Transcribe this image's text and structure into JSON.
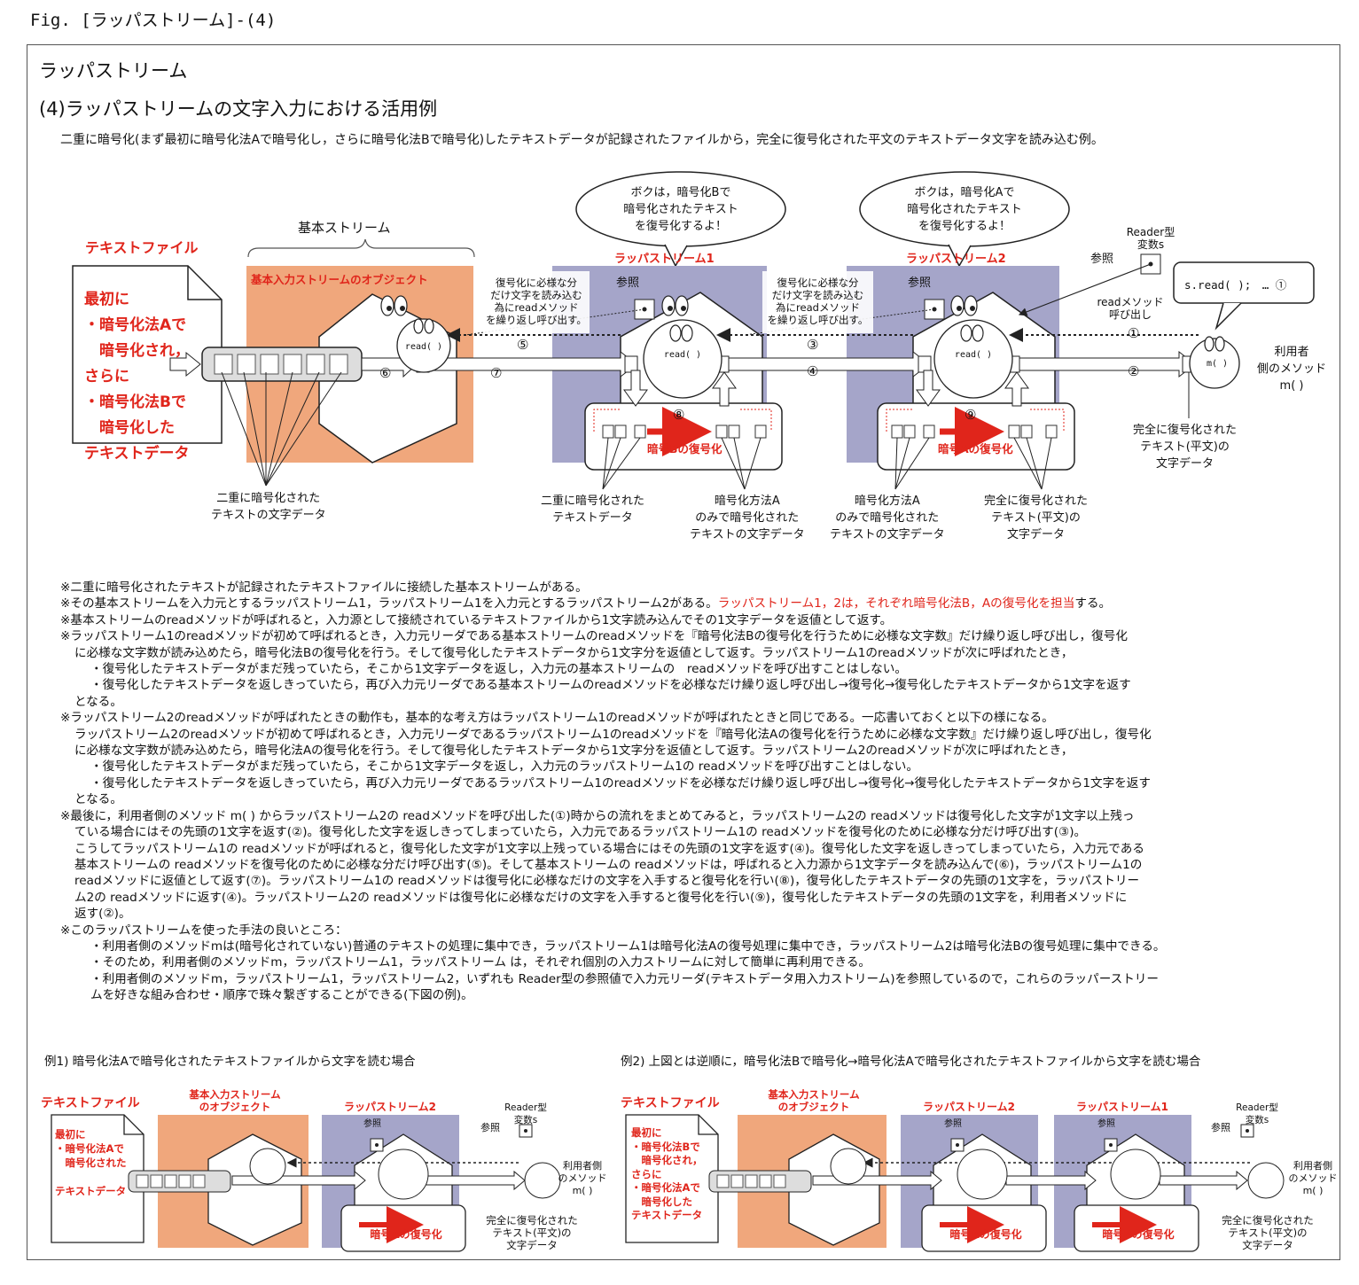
{
  "fig_caption": "Fig. [ラッパストリーム]-(4)",
  "title": "ラッパストリーム",
  "subtitle": "(4)ラッパストリームの文字入力における活用例",
  "intro": "二重に暗号化(まず最初に暗号化法Aで暗号化し，さらに暗号化法Bで暗号化)したテキストデータが記録されたファイルから，完全に復号化された平文のテキストデータ文字を読み込む例。",
  "main_diagram": {
    "text_file_label": "テキストファイル",
    "text_file_contents": [
      "最初に",
      "・暗号化法Aで",
      "　暗号化され，",
      "さらに",
      "・暗号化法Bで",
      "　暗号化した",
      "テキストデータ"
    ],
    "basic_stream_brace_label": "基本ストリーム",
    "basic_stream_object_label": "基本入力ストリームのオブジェクト",
    "wrapper1_label": "ラッパストリーム1",
    "wrapper2_label": "ラッパストリーム2",
    "bubble_b": "ボクは，暗号化Bで\n暗号化されたテキスト\nを復号化するよ！",
    "bubble_a": "ボクは，暗号化Aで\n暗号化されたテキスト\nを復号化するよ！",
    "note_repeat": "復号化に必様な分\nだけ文字を読み込む\n為にreadメソッド\nを繰り返し呼び出す。",
    "ref_label": "参照",
    "reader_var": "Reader型\n変数s",
    "call_code": "s.read( );　… ①",
    "read_call": "readメソッド\n呼び出し",
    "read_fn": "read( )",
    "method_m": "m( )",
    "user_method": "利用者\n側のメソッド\nm( )",
    "decrypt_b": "暗号Bの復号化",
    "decrypt_a": "暗号Aの復号化",
    "num_1": "①",
    "num_2": "②",
    "num_3": "③",
    "num_4": "④",
    "num_5": "⑤",
    "num_6": "⑥",
    "num_7": "⑦",
    "num_8": "⑧",
    "num_9": "⑨",
    "cap_double_chars": "二重に暗号化された\nテキストの文字データ",
    "cap_double_text": "二重に暗号化された\nテキストデータ",
    "cap_a_only_1": "暗号化方法A\nのみで暗号化された\nテキストの文字データ",
    "cap_a_only_2": "暗号化方法A\nのみで暗号化された\nテキストの文字データ",
    "cap_plain_mid": "完全に復号化された\nテキスト(平文)の\n文字データ",
    "cap_plain_right": "完全に復号化された\nテキスト(平文)の\n文字データ"
  },
  "notes": [
    {
      "cls": "",
      "text": "※二重に暗号化されたテキストが記録されたテキストファイルに接続した基本ストリームがある。"
    },
    {
      "cls": "",
      "text": "※その基本ストリームを入力元とするラッパストリーム1，ラッパストリーム1を入力元とするラッパストリーム2がある。",
      "hl": "ラッパストリーム1，2は，それぞれ暗号化法B，Aの復号化を担当",
      "tail": "する。"
    },
    {
      "cls": "",
      "text": "※基本ストリームのreadメソッドが呼ばれると，入力源として接続されているテキストファイルから1文字読み込んでその1文字データを返値として返す。"
    },
    {
      "cls": "",
      "text": "※ラッパストリーム1のreadメソッドが初めて呼ばれるとき，入力元リーダである基本ストリームのreadメソッドを『暗号化法Bの復号化を行うために必様な文字数』だけ繰り返し呼び出し，復号化"
    },
    {
      "cls": "i1",
      "text": "に必様な文字数が読み込めたら，暗号化法Bの復号化を行う。そして復号化したテキストデータから1文字分を返値として返す。ラッパストリーム1のreadメソッドが次に呼ばれたとき，"
    },
    {
      "cls": "i2",
      "text": "・復号化したテキストデータがまだ残っていたら，そこから1文字データを返し，入力元の基本ストリームの　readメソッドを呼び出すことはしない。"
    },
    {
      "cls": "i2",
      "text": "・復号化したテキストデータを返しきっていたら，再び入力元リーダである基本ストリームのreadメソッドを必様なだけ繰り返し呼び出し→復号化→復号化したテキストデータから1文字を返す"
    },
    {
      "cls": "i1",
      "text": "となる。"
    },
    {
      "cls": "",
      "text": "※ラッパストリーム2のreadメソッドが呼ばれたときの動作も，基本的な考え方はラッパストリーム1のreadメソッドが呼ばれたときと同じである。一応書いておくと以下の様になる。"
    },
    {
      "cls": "i1",
      "text": "ラッパストリーム2のreadメソッドが初めて呼ばれるとき，入力元リーダであるラッパストリーム1のreadメソッドを『暗号化法Aの復号化を行うために必様な文字数』だけ繰り返し呼び出し，復号化"
    },
    {
      "cls": "i1",
      "text": "に必様な文字数が読み込めたら，暗号化法Aの復号化を行う。そして復号化したテキストデータから1文字分を返値として返す。ラッパストリーム2のreadメソッドが次に呼ばれたとき，"
    },
    {
      "cls": "i2",
      "text": "・復号化したテキストデータがまだ残っていたら，そこから1文字データを返し，入力元のラッパストリーム1の readメソッドを呼び出すことはしない。"
    },
    {
      "cls": "i2",
      "text": "・復号化したテキストデータを返しきっていたら，再び入力元リーダであるラッパストリーム1のreadメソッドを必様なだけ繰り返し呼び出し→復号化→復号化したテキストデータから1文字を返す"
    },
    {
      "cls": "i1",
      "text": "となる。"
    },
    {
      "cls": "",
      "text": "※最後に，利用者側のメソッド m( ) からラッパストリーム2の readメソッドを呼び出した(①)時からの流れをまとめてみると，ラッパストリーム2の readメソッドは復号化した文字が1文字以上残っ"
    },
    {
      "cls": "i1",
      "text": "ている場合にはその先頭の1文字を返す(②)。復号化した文字を返しきってしまっていたら，入力元であるラッパストリーム1の readメソッドを復号化のために必様な分だけ呼び出す(③)。"
    },
    {
      "cls": "i1",
      "text": "こうしてラッパストリーム1の readメソッドが呼ばれると，復号化した文字が1文字以上残っている場合にはその先頭の1文字を返す(④)。復号化した文字を返しきってしまっていたら，入力元である"
    },
    {
      "cls": "i1",
      "text": "基本ストリームの readメソッドを復号化のために必様な分だけ呼び出す(⑤)。そして基本ストリームの readメソッドは，呼ばれると入力源から1文字データを読み込んで(⑥)，ラッパストリーム1の"
    },
    {
      "cls": "i1",
      "text": "readメソッドに返値として返す(⑦)。ラッパストリーム1の readメソッドは復号化に必様なだけの文字を入手すると復号化を行い(⑧)，復号化したテキストデータの先頭の1文字を，ラッパストリー"
    },
    {
      "cls": "i1",
      "text": "ム2の readメソッドに返す(④)。ラッパストリーム2の readメソッドは復号化に必様なだけの文字を入手すると復号化を行い(⑨)，復号化したテキストデータの先頭の1文字を，利用者メソッドに"
    },
    {
      "cls": "i1",
      "text": "返す(②)。"
    },
    {
      "cls": "",
      "text": "※このラッパストリームを使った手法の良いところ："
    },
    {
      "cls": "i2",
      "text": "・利用者側のメソッドmは(暗号化されていない)普通のテキストの処理に集中でき，ラッパストリーム1は暗号化法Aの復号処理に集中でき，ラッパストリーム2は暗号化法Bの復号処理に集中できる。"
    },
    {
      "cls": "i2",
      "text": "・そのため，利用者側のメソッドm，ラッパストリーム1，ラッパストリーム は，それぞれ個別の入力ストリームに対して簡単に再利用できる。"
    },
    {
      "cls": "i2",
      "text": "・利用者側のメソッドm，ラッパストリーム1，ラッパストリーム2，いずれも Reader型の参照値で入力元リーダ(テキストデータ用入力ストリーム)を参照しているので，これらのラッパーストリー"
    },
    {
      "cls": "i2",
      "text": "ムを好きな組み合わせ・順序で珠々繋ぎすることができる(下図の例)。"
    }
  ],
  "example1": {
    "title": "例1) 暗号化法Aで暗号化されたテキストファイルから文字を読む場合",
    "text_file_label": "テキストファイル",
    "text_file_contents": [
      "最初に",
      "・暗号化法Aで",
      "　暗号化された",
      "",
      "テキストデータ"
    ],
    "basic_object_label": "基本入力ストリーム\nのオブジェクト",
    "wrapper_label": "ラッパストリーム2",
    "ref_label": "参照",
    "reader_var": "Reader型\n変数s",
    "user_method": "利用者側\nのメソッド\nm( )",
    "decrypt": "暗号Aの復号化",
    "caption": "完全に復号化された\nテキスト(平文)の\n文字データ"
  },
  "example2": {
    "title": "例2) 上図とは逆順に，暗号化法Bで暗号化→暗号化法Aで暗号化されたテキストファイルから文字を読む場合",
    "text_file_label": "テキストファイル",
    "text_file_contents": [
      "最初に",
      "・暗号化法Bで",
      "　暗号化され，",
      "さらに",
      "・暗号化法Aで",
      "　暗号化した",
      "テキストデータ"
    ],
    "basic_object_label": "基本入力ストリーム\nのオブジェクト",
    "wrapper_a_label": "ラッパストリーム2",
    "wrapper_b_label": "ラッパストリーム1",
    "ref_label": "参照",
    "reader_var": "Reader型\n変数s",
    "user_method": "利用者側\nのメソッド\nm( )",
    "decrypt_a": "暗号Aの復号化",
    "decrypt_b": "暗号Bの復号化",
    "caption": "完全に復号化された\nテキスト(平文)の\n文字データ"
  },
  "colors": {
    "accent_red": "#e0251b",
    "basic_stream": "#f0a77c",
    "wrapper": "#a5a5c9"
  }
}
